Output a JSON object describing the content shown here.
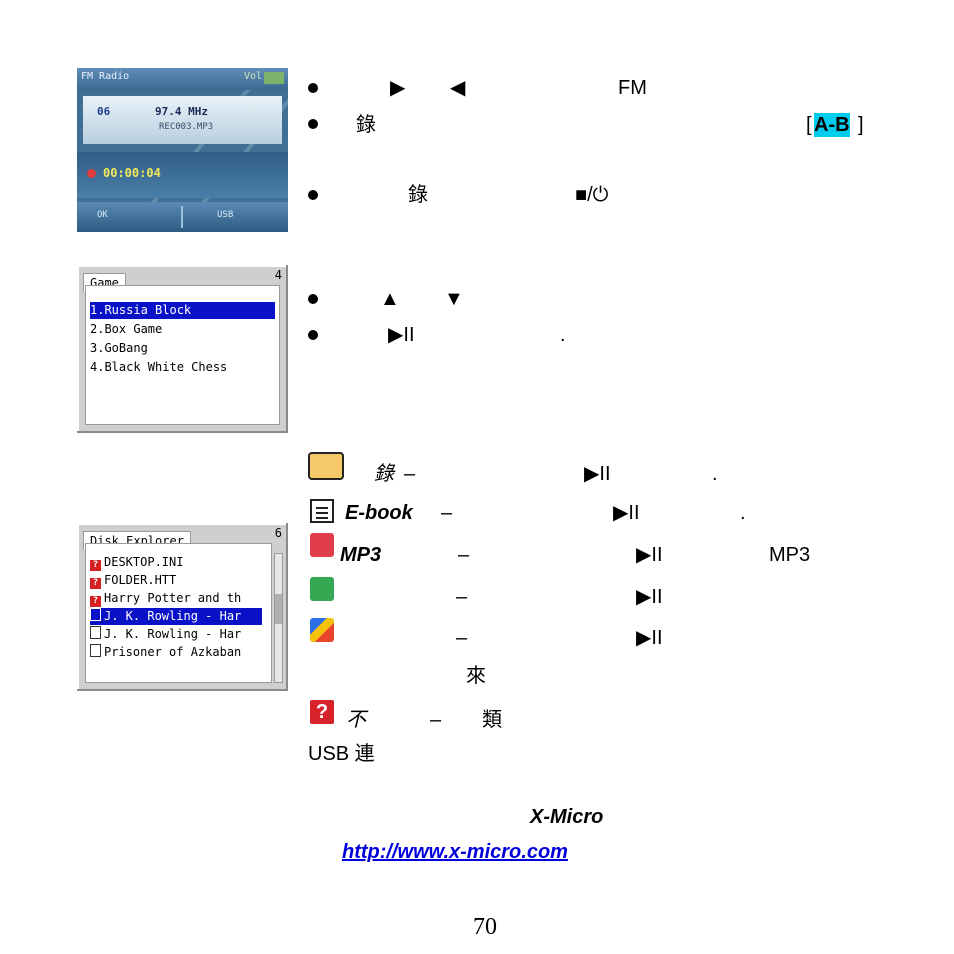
{
  "fm_screen": {
    "title": "FM Radio",
    "vol": "Vol",
    "channel": "06",
    "frequency": "97.4 MHz",
    "file": "REC003.MP3",
    "time": "00:00:04",
    "btn_left": "OK",
    "btn_right": "USB"
  },
  "fm_section": {
    "line1": {
      "arrow_right": "▶",
      "arrow_left": "◀",
      "fm": "FM"
    },
    "line2": {
      "rec": "錄",
      "ab_open": "[",
      "ab": "A-B",
      "ab_close": "]"
    },
    "line3": {
      "rec": "錄",
      "stop_power": "■/⏻"
    }
  },
  "game_screen": {
    "tab": "Game",
    "count": "4",
    "items": [
      "1.Russia Block",
      "2.Box Game",
      "3.GoBang",
      "4.Black White Chess"
    ]
  },
  "game_section": {
    "line1": {
      "up": "▲",
      "down": "▼"
    },
    "line2": {
      "play": "▶II",
      "period": "."
    }
  },
  "disk_screen": {
    "tab": "Disk Explorer",
    "count": "6",
    "files": [
      "DESKTOP.INI",
      "FOLDER.HTT",
      "Harry Potter and th",
      "J. K. Rowling - Har",
      "J. K. Rowling - Har",
      "Prisoner of Azkaban"
    ]
  },
  "disk_section": {
    "folder": {
      "label": "錄",
      "dash": "–",
      "play": "▶II",
      "period": "."
    },
    "ebook": {
      "label": "E-book",
      "dash": "–",
      "play": "▶II",
      "period": "."
    },
    "mp3": {
      "label": "MP3",
      "dash": "–",
      "play": "▶II",
      "suffix": "MP3"
    },
    "sound": {
      "dash": "–",
      "play": "▶II"
    },
    "image": {
      "dash": "–",
      "play": "▶II"
    },
    "image_note": "來",
    "unknown": {
      "label": "不",
      "dash": "–",
      "kind": "類"
    },
    "usb_line": "USB 連"
  },
  "footer": {
    "brand": "X-Micro",
    "url": "http://www.x-micro.com",
    "page_number": "70"
  }
}
